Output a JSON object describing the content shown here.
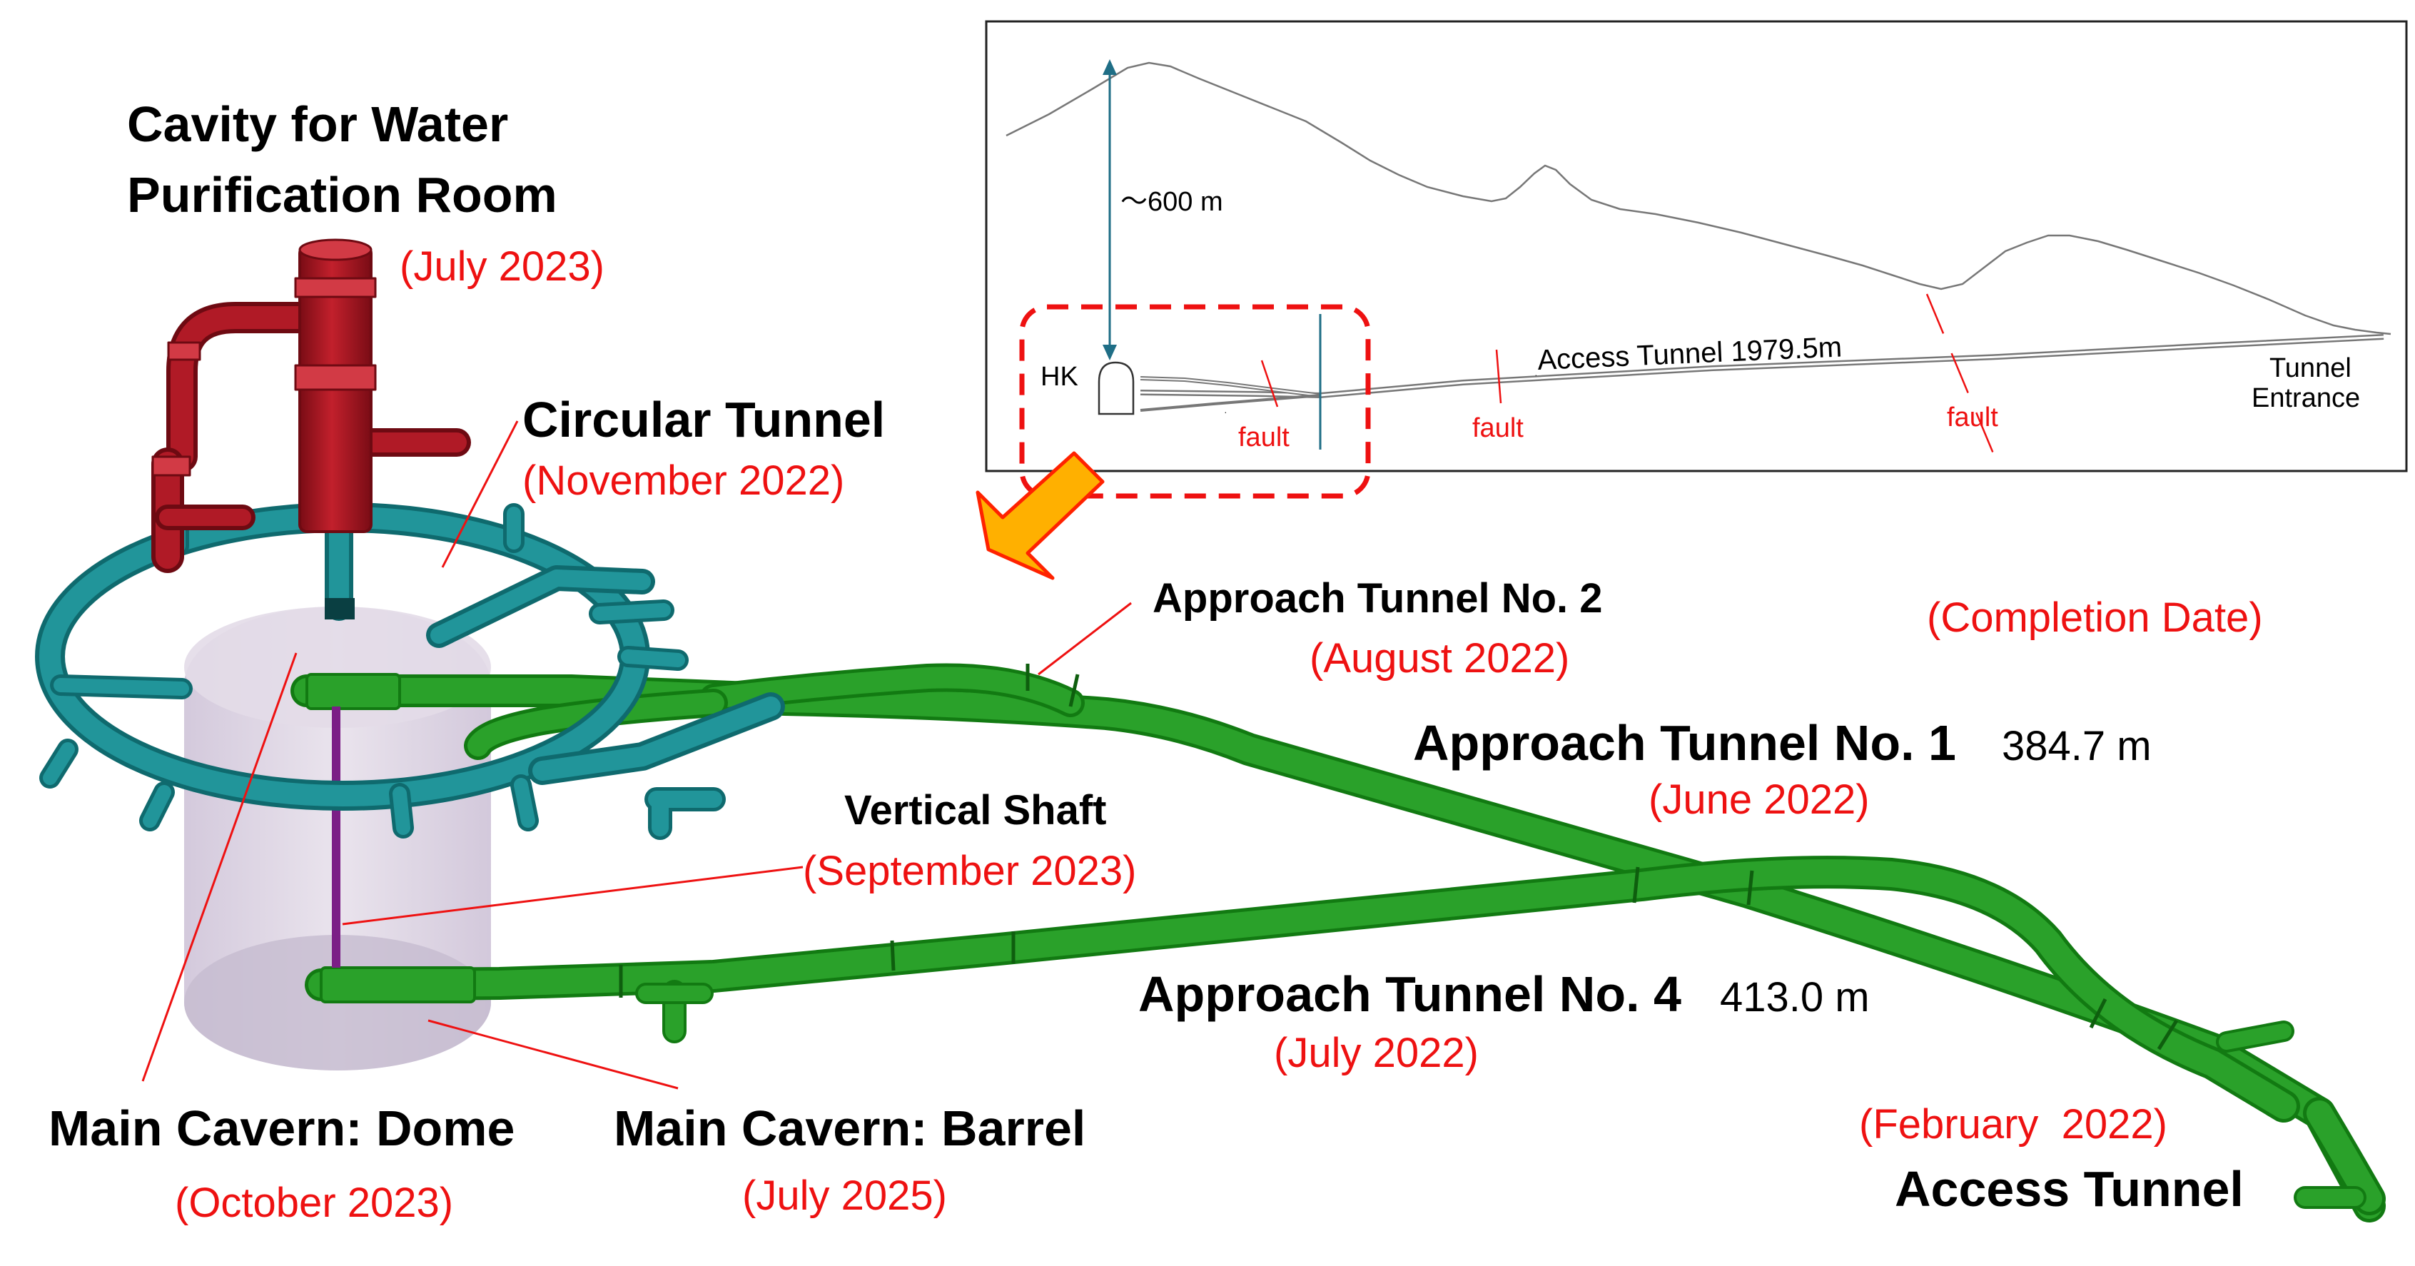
{
  "colors": {
    "label": "#000000",
    "date": "#ee1111",
    "tunnel_green": "#2aa12a",
    "tunnel_green_dark": "#127a12",
    "circular_teal": "#21959a",
    "circular_teal_dark": "#0f6a6e",
    "water_room_red": "#a0121e",
    "water_room_dark": "#6e0a12",
    "cavern_fill": "#d9cfe0",
    "vertical_shaft": "#7b1e86",
    "arrow_fill": "#ffb000",
    "arrow_stroke": "#ff2200",
    "dash_box": "#ee1111"
  },
  "labels": {
    "water_room": {
      "line1": "Cavity for Water",
      "line2": "Purification Room",
      "date": "(July 2023)"
    },
    "circular_tunnel": {
      "name": "Circular Tunnel",
      "date": "(November 2022)"
    },
    "approach2": {
      "name": "Approach Tunnel No. 2",
      "date": "(August 2022)"
    },
    "completion_note": "(Completion Date)",
    "approach1": {
      "name": "Approach Tunnel No. 1",
      "length": "384.7 m",
      "date": "(June 2022)"
    },
    "vertical_shaft": {
      "name": "Vertical Shaft",
      "date": "(September 2023)"
    },
    "approach4": {
      "name": "Approach Tunnel No. 4",
      "length": "413.0 m",
      "date": "(July 2022)"
    },
    "dome": {
      "name": "Main Cavern: Dome",
      "date": "(October 2023)"
    },
    "barrel": {
      "name": "Main Cavern: Barrel",
      "date": "(July 2025)"
    },
    "access": {
      "name": "Access Tunnel",
      "date": "(February  2022)"
    }
  },
  "inset": {
    "depth": "〜600 m",
    "hk": "HK",
    "access_tunnel": "Access Tunnel 1979.5m",
    "fault": "fault",
    "entrance_line1": "Tunnel",
    "entrance_line2": "Entrance"
  }
}
